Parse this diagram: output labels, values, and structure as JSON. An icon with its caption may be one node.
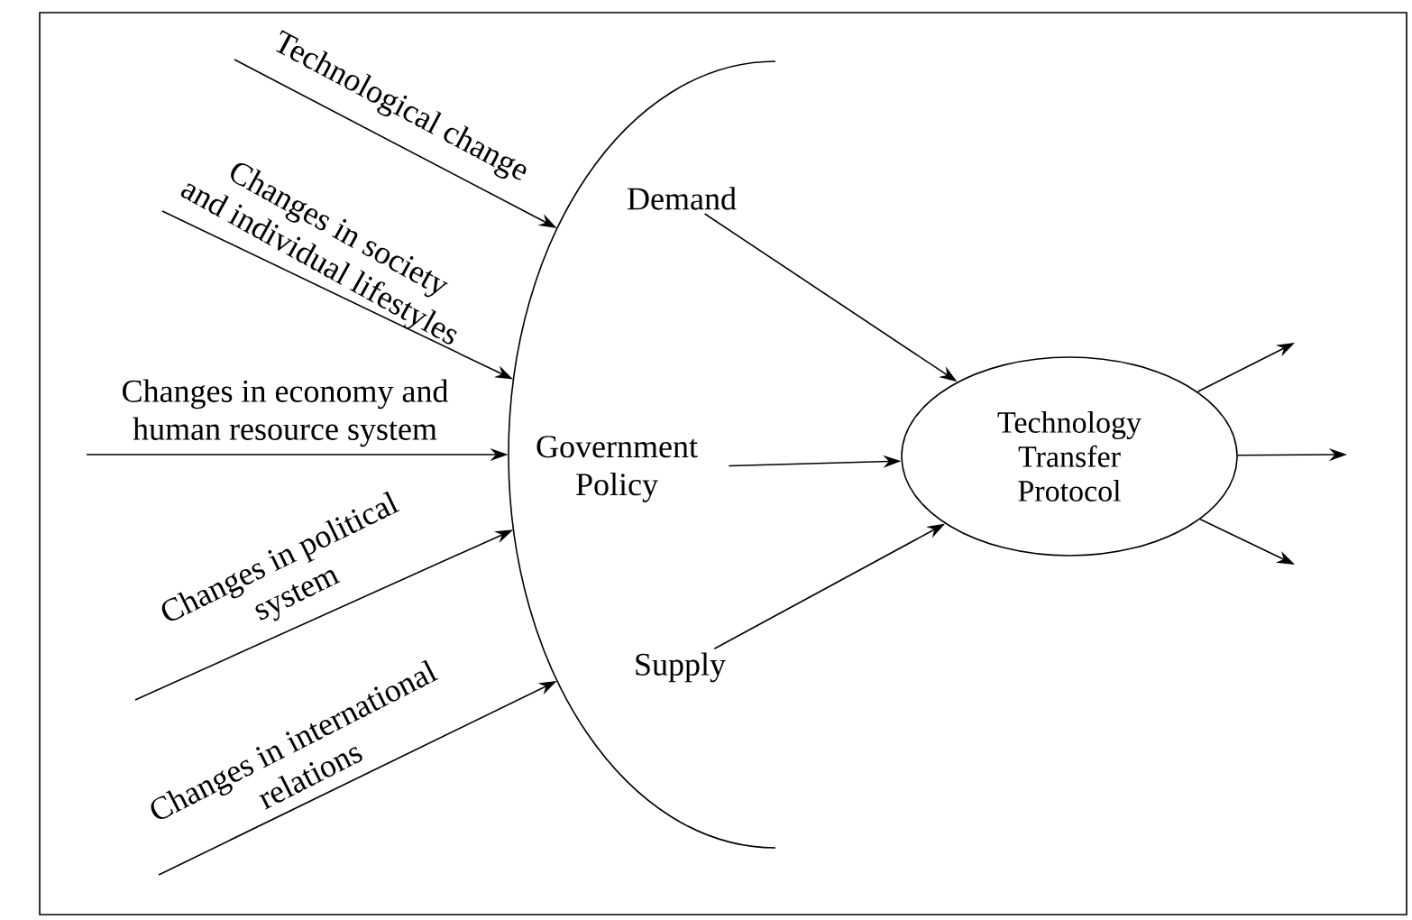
{
  "diagram": {
    "nodes": [
      {
        "text": [],
        "shape": "arc"
      },
      {
        "text": [
          "Demand"
        ],
        "in": 0
      },
      {
        "text": [
          "Government Policy"
        ],
        "in": 0
      },
      {
        "text": [
          "Supply"
        ],
        "in": 0
      },
      {
        "text": [
          "Technology Transfer Protocol"
        ]
      }
    ],
    "edges": [
      {
        "from": null,
        "to": 0,
        "arrow": "to",
        "label": "Technological change"
      },
      {
        "from": null,
        "to": 0,
        "arrow": "to",
        "label": "Changes in society and individual lifestyles"
      },
      {
        "from": null,
        "to": 0,
        "arrow": "to",
        "label": "Changes in economy and human resource system"
      },
      {
        "from": null,
        "to": 0,
        "arrow": "to",
        "label": "Changes in political system"
      },
      {
        "from": null,
        "to": 0,
        "arrow": "to",
        "label": "Changes in international relations"
      },
      {
        "from": 1,
        "to": 4,
        "arrow": "to"
      },
      {
        "from": 2,
        "to": 4,
        "arrow": "to"
      },
      {
        "from": 3,
        "to": 4,
        "arrow": "to"
      },
      {
        "from": 4,
        "to": null,
        "arrow": "to"
      },
      {
        "from": 4,
        "to": null,
        "arrow": "to"
      },
      {
        "from": 4,
        "to": null,
        "arrow": "to"
      }
    ]
  }
}
